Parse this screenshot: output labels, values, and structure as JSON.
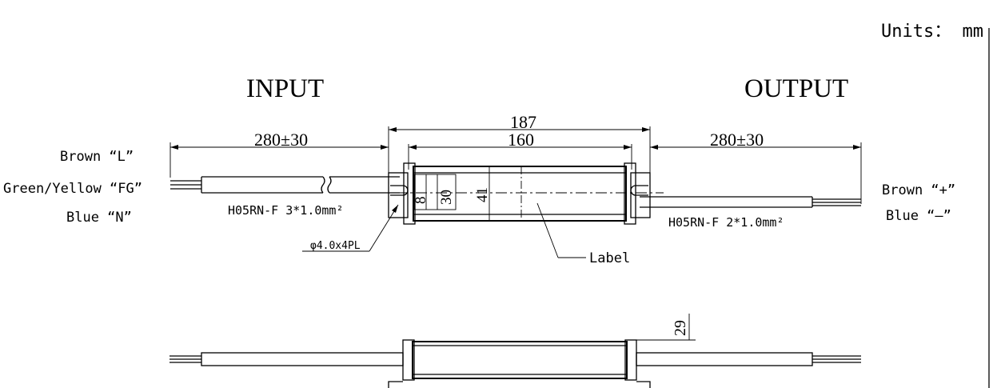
{
  "units_label": "Units： mm",
  "top_view": {
    "input_title": "INPUT",
    "output_title": "OUTPUT",
    "input_wires": [
      "Brown “L”",
      "Green/Yellow “FG”",
      "Blue “N”"
    ],
    "output_wires": [
      "Brown “+”",
      "Blue “–”"
    ],
    "input_cable_length": "280±30",
    "output_cable_length": "280±30",
    "overall_length": "187",
    "body_length": "160",
    "input_cable_spec": "H05RN-F 3*1.0mm²",
    "output_cable_spec": "H05RN-F 2*1.0mm²",
    "hole_spec": "φ4.0x4PL",
    "label_callout": "Label",
    "dim_8": "8",
    "dim_30": "30",
    "dim_41": "41"
  },
  "side_view": {
    "height_dim": "29"
  }
}
